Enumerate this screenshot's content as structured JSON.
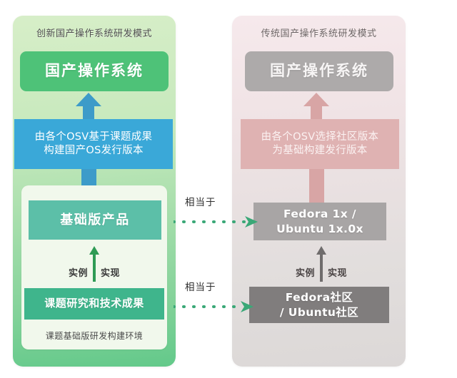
{
  "diagram": {
    "title_left": "创新国产操作系统研发模式",
    "title_right": "传统国产操作系统研发模式",
    "left": {
      "os_box": "国产操作系统",
      "osv_box_line1": "由各个OSV基于课题成果",
      "osv_box_line2": "构建国产OS发行版本",
      "base_product": "基础版产品",
      "impl_label_left": "实例",
      "impl_label_right": "实现",
      "research_box": "课题研究和技术成果",
      "caption": "课题基础版研发构建环境"
    },
    "right": {
      "os_box": "国产操作系统",
      "osv_box_line1": "由各个OSV选择社区版本",
      "osv_box_line2": "为基础构建发行版本",
      "version_box_line1": "Fedora 1x /",
      "version_box_line2": "Ubuntu 1x.0x",
      "impl_label_left": "实例",
      "impl_label_right": "实现",
      "community_box_line1": "Fedora社区",
      "community_box_line2": "/ Ubuntu社区"
    },
    "connectors": [
      {
        "label": "相当于"
      },
      {
        "label": "相当于"
      }
    ],
    "colors": {
      "panel_left_top": "#d7eec8",
      "panel_left_bottom": "#63c98a",
      "panel_right_top": "#f6e9ec",
      "panel_right_bottom": "#dcd8d7",
      "green_os": "#4ec278",
      "blue_osv": "#3aa8d8",
      "teal_product": "#5cbfa8",
      "green_research": "#3fb58c",
      "gray_os": "#adaaaa",
      "pink_osv": "#dfb2b2",
      "gray_version": "#a8a5a5",
      "gray_community": "#807d7d",
      "connector_green": "#3aa877"
    }
  }
}
